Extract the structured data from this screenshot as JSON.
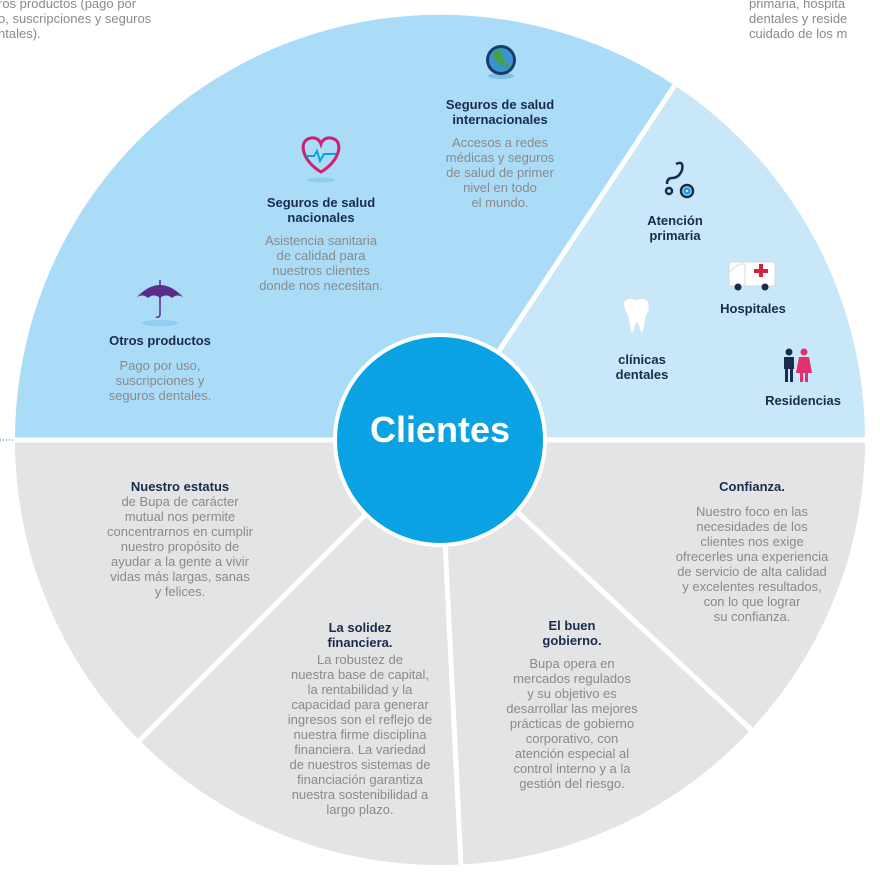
{
  "top_left_fragment": {
    "line1": "ros productos (pago por",
    "line2": "o, suscripciones y seguros",
    "line3": "ntales)."
  },
  "top_right_fragment": {
    "line1": "primaria, hospita",
    "line2": "dentales y reside",
    "line3": "cuidado de los m"
  },
  "center": {
    "label": "Clientes"
  },
  "offerings": {
    "international": {
      "title_line1": "Seguros de salud",
      "title_line2": "internacionales",
      "lines": [
        "Accesos a redes",
        "médicas y seguros",
        "de salud de primer",
        "nivel en todo",
        "el mundo."
      ],
      "icon": "globe-icon"
    },
    "national": {
      "title_line1": "Seguros de salud",
      "title_line2": "nacionales",
      "lines": [
        "Asistencia sanitaria",
        "de calidad para",
        "nuestros clientes",
        "donde nos necesitan."
      ],
      "icon": "heart-icon"
    },
    "other": {
      "title": "Otros productos",
      "lines": [
        "Pago por uso,",
        "suscripciones y",
        "seguros dentales."
      ],
      "icon": "umbrella-icon"
    }
  },
  "facilities": {
    "primary_care": {
      "line1": "Atención",
      "line2": "primaria",
      "icon": "stethoscope-icon"
    },
    "hospitals": {
      "label": "Hospitales",
      "icon": "ambulance-icon"
    },
    "dental": {
      "line1": "clínicas",
      "line2": "dentales",
      "icon": "tooth-icon"
    },
    "residences": {
      "label": "Residencias",
      "icon": "people-icon"
    }
  },
  "values": {
    "mutual": {
      "title": "Nuestro estatus",
      "lines": [
        "de Bupa de carácter",
        "mutual nos permite",
        "concentrarnos en cumplir",
        "nuestro propósito de",
        "ayudar a la gente a vivir",
        "vidas más largas, sanas",
        "y felices."
      ]
    },
    "trust": {
      "title": "Confianza.",
      "lines": [
        "Nuestro foco en las",
        "necesidades de los",
        "clientes nos exige",
        "ofrecerles una experiencia",
        "de servicio de alta calidad",
        "y excelentes resultados,",
        "con lo que lograr",
        "su confianza."
      ]
    },
    "financial": {
      "title_line1": "La solidez",
      "title_line2": "financiera.",
      "lines": [
        "La robustez de",
        "nuestra base de capital,",
        "la rentabilidad y la",
        "capacidad para generar",
        "ingresos son el reflejo de",
        "nuestra firme disciplina",
        "financiera. La variedad",
        "de nuestros sistemas de",
        "financiación garantiza",
        "nuestra sostenibilidad a",
        "largo plazo."
      ]
    },
    "governance": {
      "title_line1": "El buen",
      "title_line2": "gobierno.",
      "lines": [
        "Bupa opera en",
        "mercados regulados",
        "y su objetivo es",
        "desarrollar las mejores",
        "prácticas de gobierno",
        "corporativo, con",
        "atención especial al",
        "control interno y a la",
        "gestión del riesgo."
      ]
    }
  },
  "colors": {
    "segment_blue": "#aadcf7",
    "segment_light_blue": "#c8e7f8",
    "segment_grey": "#e3e4e5",
    "center_blue": "#0ba2e4",
    "heading_navy": "#1a2b4c"
  }
}
